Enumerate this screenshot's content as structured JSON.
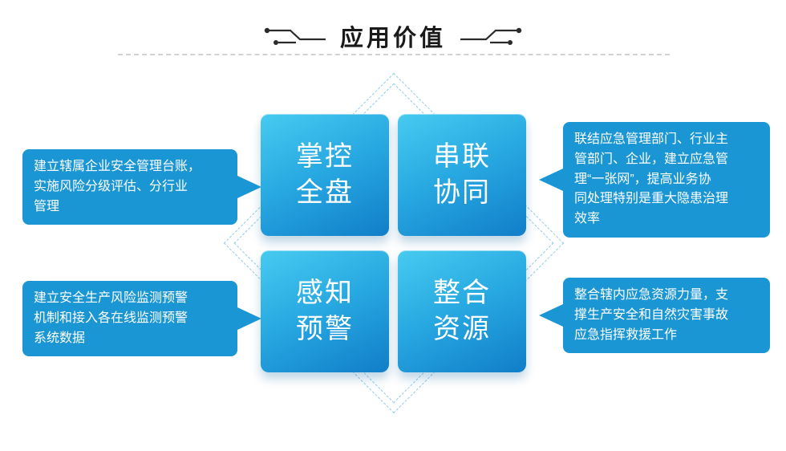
{
  "header": {
    "title": "应用价值"
  },
  "tiles": [
    {
      "id": "control-overall",
      "label": "掌控\n全盘"
    },
    {
      "id": "serial-coordination",
      "label": "串联\n协同"
    },
    {
      "id": "perception-warning",
      "label": "感知\n预警"
    },
    {
      "id": "integrate-resources",
      "label": "整合\n资源"
    }
  ],
  "callouts": [
    {
      "id": "left-top",
      "text": "建立辖属企业安全管理台账，\n实施风险分级评估、分行业\n管理"
    },
    {
      "id": "right-top",
      "text": "联结应急管理部门、行业主\n管部门、企业，建立应急管\n理“一张网”，提高业务协\n同处理特别是重大隐患治理\n效率"
    },
    {
      "id": "left-bottom",
      "text": "建立安全生产风险监测预警\n机制和接入各在线监测预警\n系统数据"
    },
    {
      "id": "right-bottom",
      "text": "整合辖内应急资源力量，支\n撑生产安全和自然灾害事故\n应急指挥救援工作"
    }
  ],
  "icons": [
    {
      "name": "title-ornament-left-icon",
      "shape": "circuit-line-with-dots"
    },
    {
      "name": "title-ornament-right-icon",
      "shape": "circuit-line-with-dots-mirrored"
    }
  ],
  "colors": {
    "tile_gradient_top": "#47cbf0",
    "tile_gradient_bottom": "#117ec9",
    "callout_background": "#1b96d5",
    "diamond_dash": "#8fccea",
    "divider_dash": "#d2d2d2",
    "title_text": "#1a1a1a",
    "tile_text": "#ffffff"
  }
}
